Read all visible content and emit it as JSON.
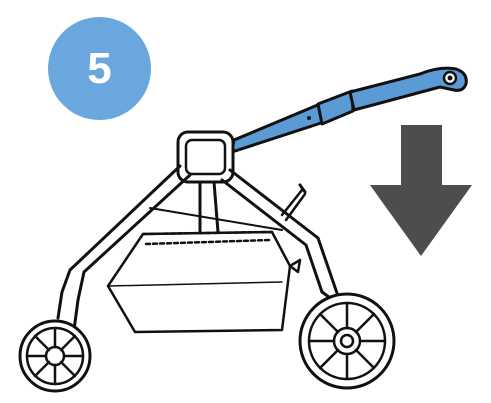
{
  "step": {
    "number": "5"
  },
  "icons": {
    "badge": "step-number-circle",
    "arrow": "fold-down-arrow",
    "stroller": "stroller-folding-illustration"
  },
  "colors": {
    "badge_fill": "#6BA7DF",
    "handlebar_fill": "#5B9BD5",
    "arrow_fill": "#4D4D4D",
    "outline": "#111111",
    "background": "#FFFFFF"
  }
}
